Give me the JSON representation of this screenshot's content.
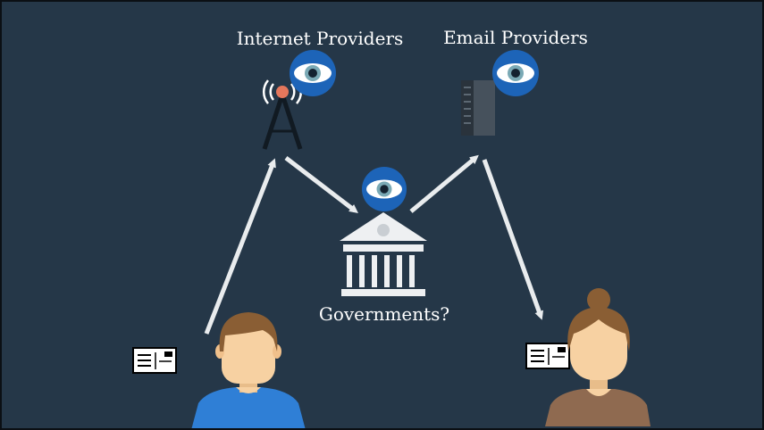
{
  "labels": {
    "internet": "Internet Providers",
    "email": "Email Providers",
    "government": "Governments?"
  },
  "colors": {
    "background": "#253748",
    "arrow": "#e9ecee",
    "eye_circle": "#1d64b8",
    "eye_white": "#ffffff",
    "iris": "#7aa9b5",
    "pupil": "#142230",
    "skin": "#f7d1a2",
    "hair": "#8a5e34",
    "male_shirt": "#2f7fd6",
    "female_shirt": "#8f6a50",
    "building": "#eef0f2",
    "server": "#3f4953",
    "signal": "#e5775c"
  },
  "icons": [
    "eye-icon",
    "radio-tower-icon",
    "server-icon",
    "government-building-icon",
    "postcard-icon",
    "male-person-icon",
    "female-person-icon",
    "arrow-icon"
  ]
}
